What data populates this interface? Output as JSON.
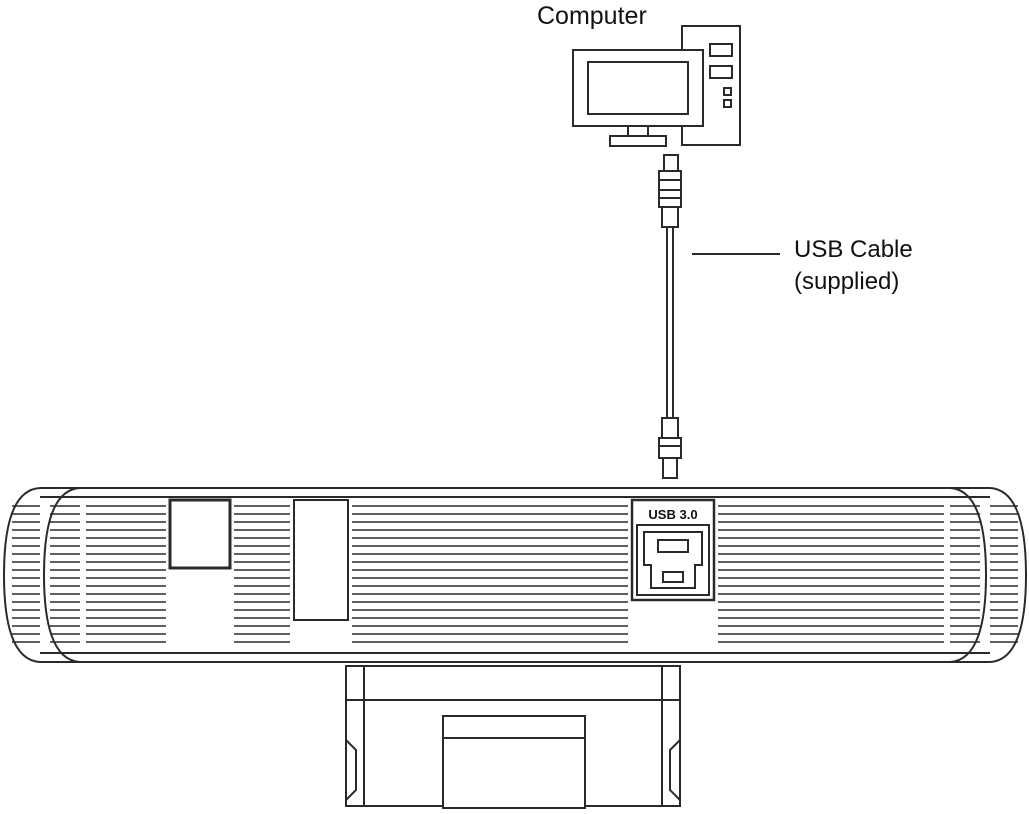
{
  "labels": {
    "computer": "Computer",
    "usb_cable_line1": "USB Cable",
    "usb_cable_line2": "(supplied)",
    "port": "USB 3.0"
  },
  "colors": {
    "stroke": "#2a2a2a",
    "background": "#ffffff",
    "text": "#111111"
  }
}
